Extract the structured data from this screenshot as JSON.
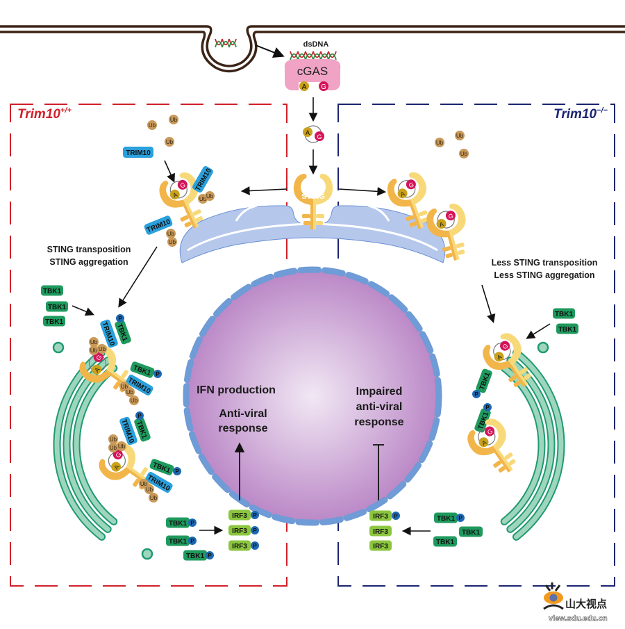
{
  "colors": {
    "membrane": "#3b2416",
    "wt_border": "#d0202a",
    "ko_border": "#1a2470",
    "trim10": "#2aa0dc",
    "tbk1": "#1f9a5e",
    "irf3": "#8cc63f",
    "phospho": "#1d68b3",
    "ub": "#c8995a",
    "sting_dark": "#f2b54a",
    "sting_light": "#f8d97a",
    "cgas": "#f0a3c4",
    "adenine": "#c9a11a",
    "guanine": "#d4145a",
    "er": "#b5c8ec",
    "er_stroke": "#6b8fd4",
    "golgi": "#9ed6bd",
    "golgi_stroke": "#1f9a72",
    "nucleus_center": "#f1e8f4",
    "nucleus_edge": "#b57ec2",
    "nuclear_pore": "#6f9bd6",
    "dna_red": "#c0282d",
    "dna_green": "#2f8a3c"
  },
  "top": {
    "dsdna_label": "dsDNA",
    "cgas_label": "cGAS",
    "a_label": "A",
    "g_label": "G",
    "sting_label": "STING"
  },
  "panels": {
    "wildtype": {
      "title": "Trim10",
      "title_sup": "+/+",
      "trim10_label": "TRIM10",
      "ub_label": "Ub",
      "process_lines": [
        "STING transposition",
        "STING aggregation"
      ],
      "tbk1_label": "TBK1",
      "p_label": "P",
      "irf3_label": "IRF3",
      "nucleus_lines": [
        "IFN production",
        "Anti-viral",
        "response"
      ]
    },
    "knockout": {
      "title": "Trim10",
      "title_sup": "−/−",
      "ub_label": "Ub",
      "process_lines": [
        "Less STING transposition",
        "Less STING aggregation"
      ],
      "tbk1_label": "TBK1",
      "p_label": "P",
      "irf3_label": "IRF3",
      "nucleus_lines": [
        "Impaired",
        "anti-viral",
        "response"
      ]
    }
  },
  "watermark": {
    "text": "山大视点",
    "url_text": "view.sdu.edu.cn"
  }
}
